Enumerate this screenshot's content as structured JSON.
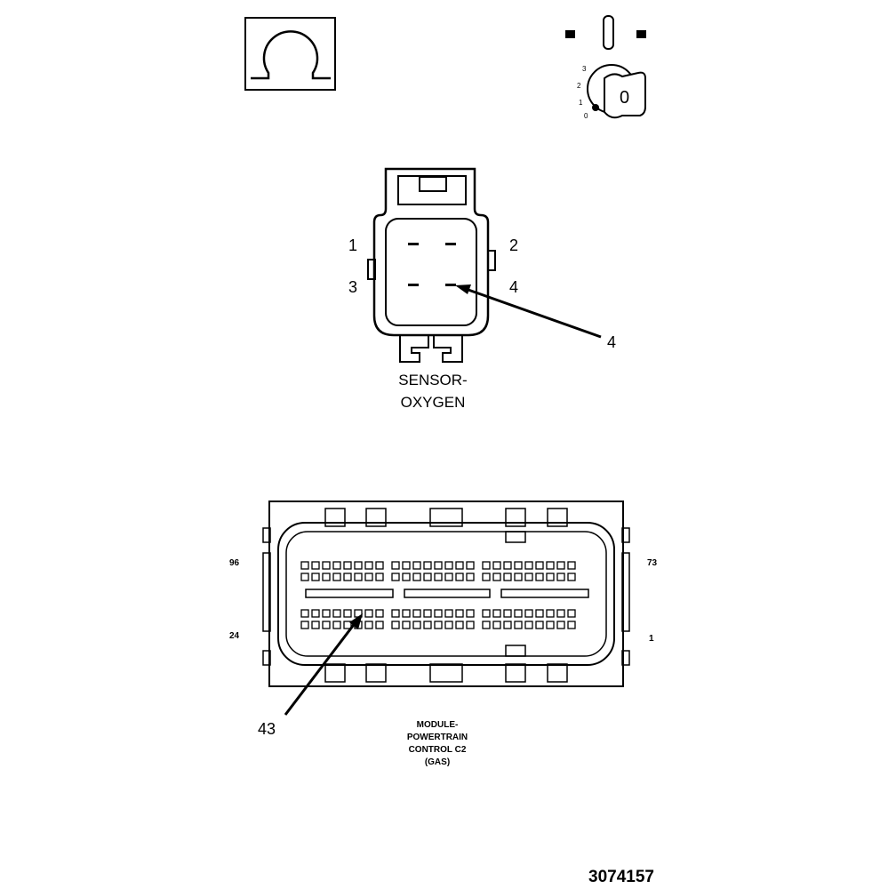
{
  "ohmmeter": {
    "symbol": "Ω"
  },
  "ignition": {
    "positions": [
      "3",
      "2",
      "1",
      "0"
    ],
    "key_label": "0"
  },
  "o2_connector": {
    "title_line1": "SENSOR-",
    "title_line2": "OXYGEN",
    "pins": [
      "1",
      "2",
      "3",
      "4"
    ],
    "callout": "4"
  },
  "pcm_connector": {
    "title_lines": [
      "MODULE-",
      "POWERTRAIN",
      "CONTROL C2",
      "(GAS)"
    ],
    "pin_labels": {
      "top_left": "96",
      "top_right": "73",
      "bottom_left": "24",
      "bottom_right": "1"
    },
    "callout": "43"
  },
  "figure_number": "3074157"
}
